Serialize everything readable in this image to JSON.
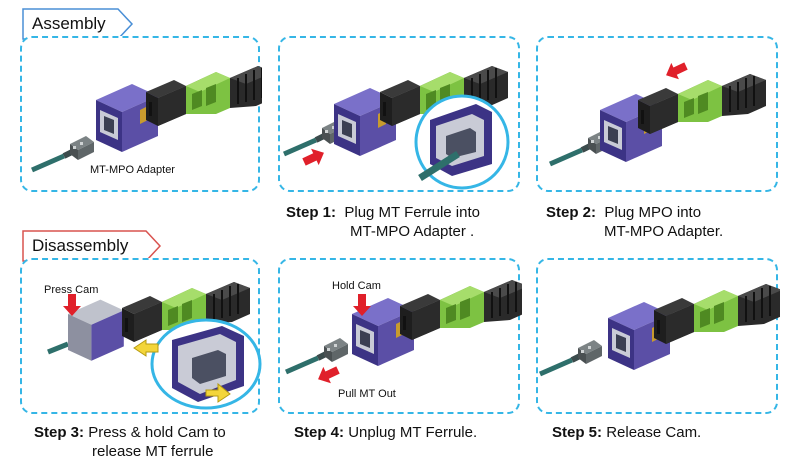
{
  "sections": {
    "assembly": "Assembly",
    "disassembly": "Disassembly"
  },
  "labels": {
    "adapter": "MT-MPO Adapter",
    "press_cam": "Press Cam",
    "hold_cam": "Hold Cam",
    "pull_mt_out": "Pull MT Out"
  },
  "steps": [
    {
      "num": "Step 1:",
      "line1": "Plug MT Ferrule into",
      "line2": "MT-MPO Adapter ."
    },
    {
      "num": "Step 2:",
      "line1": "Plug MPO into",
      "line2": "MT-MPO Adapter."
    },
    {
      "num": "Step 3:",
      "line1": "Press & hold Cam to",
      "line2": "release  MT ferrule"
    },
    {
      "num": "Step 4:",
      "line1": "Unplug  MT Ferrule.",
      "line2": ""
    },
    {
      "num": "Step 5:",
      "line1": "Release  Cam.",
      "line2": ""
    }
  ],
  "colors": {
    "panel_border": "#35b6e6",
    "assembly_tag_border": "#4a8fd6",
    "disassembly_tag_border": "#d9534f",
    "adapter": "#5b4fa6",
    "boot_green": "#7dc242",
    "arrow_red": "#e0202a",
    "arrow_yellow": "#f3d53a"
  }
}
